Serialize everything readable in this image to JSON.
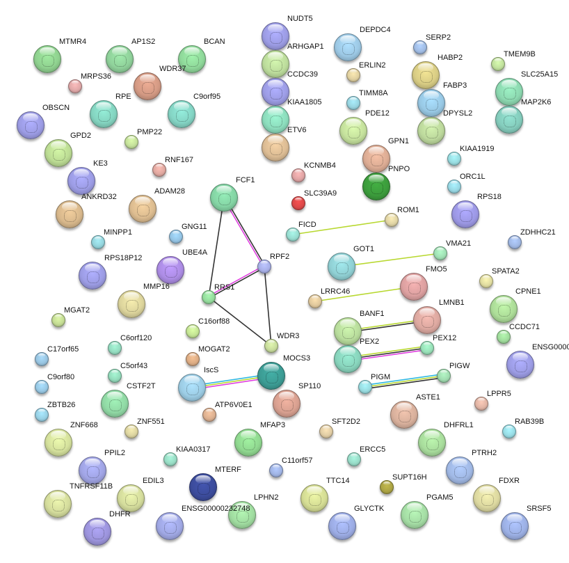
{
  "nodes": [
    {
      "label": "MTMR4",
      "color": "#8fd18f",
      "structure": true
    },
    {
      "label": "AP1S2",
      "color": "#8fd19a",
      "structure": true
    },
    {
      "label": "BCAN",
      "color": "#8fd89a",
      "structure": true
    },
    {
      "label": "MRPS36",
      "color": "#e0a8a8",
      "structure": false
    },
    {
      "label": "WDR37",
      "color": "#d49a84",
      "structure": true
    },
    {
      "label": "RPE",
      "color": "#84d4c0",
      "structure": true
    },
    {
      "label": "C9orf95",
      "color": "#84d4c4",
      "structure": true
    },
    {
      "label": "OBSCN",
      "color": "#9c9ce4",
      "structure": true
    },
    {
      "label": "PMP22",
      "color": "#c4e09a",
      "structure": false
    },
    {
      "label": "GPD2",
      "color": "#bcdc94",
      "structure": true
    },
    {
      "label": "RNF167",
      "color": "#e0a8a0",
      "structure": false
    },
    {
      "label": "KE3",
      "color": "#9c9ce4",
      "structure": true
    },
    {
      "label": "ANKRD32",
      "color": "#d8b88c",
      "structure": true
    },
    {
      "label": "ADAM28",
      "color": "#dcbc90",
      "structure": true
    },
    {
      "label": "FCF1",
      "color": "#84d4a4",
      "structure": true
    },
    {
      "label": "MINPP1",
      "color": "#94d4dc",
      "structure": false
    },
    {
      "label": "GNG11",
      "color": "#94c4e4",
      "structure": false
    },
    {
      "label": "RPF2",
      "color": "#a8b0e8",
      "structure": false
    },
    {
      "label": "UBE4A",
      "color": "#ac8ce4",
      "structure": true
    },
    {
      "label": "RPS18P12",
      "color": "#9c9ce4",
      "structure": true
    },
    {
      "label": "MMP16",
      "color": "#dcd49c",
      "structure": true
    },
    {
      "label": "RRS1",
      "color": "#94dc9c",
      "structure": false
    },
    {
      "label": "MGAT2",
      "color": "#c4dc94",
      "structure": false
    },
    {
      "label": "C16orf88",
      "color": "#c4e494",
      "structure": false
    },
    {
      "label": "WDR3",
      "color": "#c8dc9c",
      "structure": false
    },
    {
      "label": "C6orf120",
      "color": "#94dcc0",
      "structure": false
    },
    {
      "label": "C17orf65",
      "color": "#98c4e0",
      "structure": false
    },
    {
      "label": "MOGAT2",
      "color": "#dcac84",
      "structure": false
    },
    {
      "label": "MOCS3",
      "color": "#3c9c94",
      "structure": true
    },
    {
      "label": "C5orf43",
      "color": "#94dcbc",
      "structure": false
    },
    {
      "label": "IscS",
      "color": "#9cccE4",
      "structure": true
    },
    {
      "label": "C9orf80",
      "color": "#98c8e4",
      "structure": false
    },
    {
      "label": "CSTF2T",
      "color": "#90d8a4",
      "structure": true
    },
    {
      "label": "SP110",
      "color": "#d8a090",
      "structure": true
    },
    {
      "label": "ZBTB26",
      "color": "#98d0e4",
      "structure": false
    },
    {
      "label": "ATP6V0E1",
      "color": "#dcb090",
      "structure": false
    },
    {
      "label": "ZNF551",
      "color": "#dcd4a0",
      "structure": false
    },
    {
      "label": "ZNF668",
      "color": "#d4e09c",
      "structure": true
    },
    {
      "label": "MFAP3",
      "color": "#90d890",
      "structure": true
    },
    {
      "label": "KIAA0317",
      "color": "#98dcc4",
      "structure": false
    },
    {
      "label": "C11orf57",
      "color": "#a0b4e4",
      "structure": false
    },
    {
      "label": "PPIL2",
      "color": "#a0a4e4",
      "structure": true
    },
    {
      "label": "MTERF",
      "color": "#3c4c9c",
      "structure": true
    },
    {
      "label": "TNFRSF11B",
      "color": "#d4dc9c",
      "structure": true
    },
    {
      "label": "EDIL3",
      "color": "#d4dc9c",
      "structure": true
    },
    {
      "label": "LPHN2",
      "color": "#a0dca0",
      "structure": true
    },
    {
      "label": "ENSG00000232748",
      "color": "#a0a8e4",
      "structure": true
    },
    {
      "label": "DHFR",
      "color": "#9c94dc",
      "structure": true
    },
    {
      "label": "NUDT5",
      "color": "#9c9ce4",
      "structure": true
    },
    {
      "label": "ARHGAP1",
      "color": "#bcdc9c",
      "structure": true
    },
    {
      "label": "CCDC39",
      "color": "#9c9ce4",
      "structure": true
    },
    {
      "label": "KIAA1805",
      "color": "#8cdcbc",
      "structure": true
    },
    {
      "label": "ETV6",
      "color": "#dcbc94",
      "structure": true
    },
    {
      "label": "DEPDC4",
      "color": "#9cc8e4",
      "structure": true
    },
    {
      "label": "SERP2",
      "color": "#a0bce4",
      "structure": false
    },
    {
      "label": "ERLIN2",
      "color": "#e0d0a0",
      "structure": false
    },
    {
      "label": "HABP2",
      "color": "#d8cc84",
      "structure": true
    },
    {
      "label": "TMEM9B",
      "color": "#c0e09c",
      "structure": false
    },
    {
      "label": "SLC25A15",
      "color": "#8cd8b0",
      "structure": true
    },
    {
      "label": "TIMM8A",
      "color": "#98d4e0",
      "structure": false
    },
    {
      "label": "FABP3",
      "color": "#98c8e4",
      "structure": true
    },
    {
      "label": "MAP2K6",
      "color": "#84ccbc",
      "structure": true
    },
    {
      "label": "PDE12",
      "color": "#c4e09c",
      "structure": true
    },
    {
      "label": "DPYSL2",
      "color": "#bcd89c",
      "structure": true
    },
    {
      "label": "GPN1",
      "color": "#dcac94",
      "structure": true
    },
    {
      "label": "KIAA1919",
      "color": "#98dce0",
      "structure": false
    },
    {
      "label": "KCNMB4",
      "color": "#e0a4a4",
      "structure": false
    },
    {
      "label": "PNPO",
      "color": "#3c9c3c",
      "structure": true
    },
    {
      "label": "ORC1L",
      "color": "#98d8e4",
      "structure": false
    },
    {
      "label": "SLC39A9",
      "color": "#dc4848",
      "structure": false
    },
    {
      "label": "RPS18",
      "color": "#9c98e4",
      "structure": true
    },
    {
      "label": "ROM1",
      "color": "#e0d4a4",
      "structure": false
    },
    {
      "label": "FICD",
      "color": "#98dcd0",
      "structure": false
    },
    {
      "label": "ZDHHC21",
      "color": "#a0b8e4",
      "structure": false
    },
    {
      "label": "VMA21",
      "color": "#a0e0b4",
      "structure": false
    },
    {
      "label": "GOT1",
      "color": "#90d0d4",
      "structure": true
    },
    {
      "label": "FMO5",
      "color": "#dca0a0",
      "structure": true
    },
    {
      "label": "SPATA2",
      "color": "#e0dca0",
      "structure": false
    },
    {
      "label": "LRRC46",
      "color": "#e0c89c",
      "structure": false
    },
    {
      "label": "CPNE1",
      "color": "#acdc98",
      "structure": true
    },
    {
      "label": "LMNB1",
      "color": "#dca8a0",
      "structure": true
    },
    {
      "label": "BANF1",
      "color": "#b8dc9c",
      "structure": true
    },
    {
      "label": "CCDC71",
      "color": "#a0dc9c",
      "structure": false
    },
    {
      "label": "PEX12",
      "color": "#98e0b8",
      "structure": false
    },
    {
      "label": "PEX2",
      "color": "#88d4bc",
      "structure": true
    },
    {
      "label": "ENSG0000",
      "color": "#9c9ce4",
      "structure": true
    },
    {
      "label": "PIGW",
      "color": "#a0dcb0",
      "structure": false
    },
    {
      "label": "PIGM",
      "color": "#98dce0",
      "structure": false
    },
    {
      "label": "LPPR5",
      "color": "#e0b4a4",
      "structure": false
    },
    {
      "label": "ASTE1",
      "color": "#d8b09c",
      "structure": true
    },
    {
      "label": "SFT2D2",
      "color": "#e0cca4",
      "structure": false
    },
    {
      "label": "RAB39B",
      "color": "#98dce4",
      "structure": false
    },
    {
      "label": "DHFRL1",
      "color": "#a8dc9c",
      "structure": true
    },
    {
      "label": "ERCC5",
      "color": "#98dcc8",
      "structure": false
    },
    {
      "label": "PTRH2",
      "color": "#a0b8e4",
      "structure": true
    },
    {
      "label": "SUPT16H",
      "color": "#aca444",
      "structure": false
    },
    {
      "label": "TTC14",
      "color": "#d4dc94",
      "structure": true
    },
    {
      "label": "FDXR",
      "color": "#dcd8a0",
      "structure": true
    },
    {
      "label": "PGAM5",
      "color": "#a4dca4",
      "structure": true
    },
    {
      "label": "GLYCTK",
      "color": "#9cacE4",
      "structure": true
    },
    {
      "label": "SRSF5",
      "color": "#9cb0e4",
      "structure": true
    }
  ],
  "edges": [
    {
      "from": "FCF1",
      "to": "RPF2",
      "evidence": [
        "#333333",
        "#e040e0"
      ]
    },
    {
      "from": "FCF1",
      "to": "RRS1",
      "evidence": [
        "#333333"
      ]
    },
    {
      "from": "RPF2",
      "to": "RRS1",
      "evidence": [
        "#333333",
        "#e040e0"
      ]
    },
    {
      "from": "RPF2",
      "to": "WDR3",
      "evidence": [
        "#333333"
      ]
    },
    {
      "from": "RRS1",
      "to": "WDR3",
      "evidence": [
        "#333333"
      ]
    },
    {
      "from": "FICD",
      "to": "ROM1",
      "evidence": [
        "#b8d830"
      ]
    },
    {
      "from": "GOT1",
      "to": "VMA21",
      "evidence": [
        "#b8d830"
      ]
    },
    {
      "from": "LRRC46",
      "to": "FMO5",
      "evidence": [
        "#b8d830"
      ]
    },
    {
      "from": "BANF1",
      "to": "LMNB1",
      "evidence": [
        "#b8d830",
        "#333333"
      ]
    },
    {
      "from": "PEX2",
      "to": "PEX12",
      "evidence": [
        "#b8d830",
        "#333333",
        "#e040e0"
      ]
    },
    {
      "from": "PIGM",
      "to": "PIGW",
      "evidence": [
        "#30b8e0",
        "#b8d830",
        "#333333"
      ]
    },
    {
      "from": "IscS",
      "to": "MOCS3",
      "evidence": [
        "#30b8e0",
        "#b8d830",
        "#e040e0"
      ]
    }
  ]
}
